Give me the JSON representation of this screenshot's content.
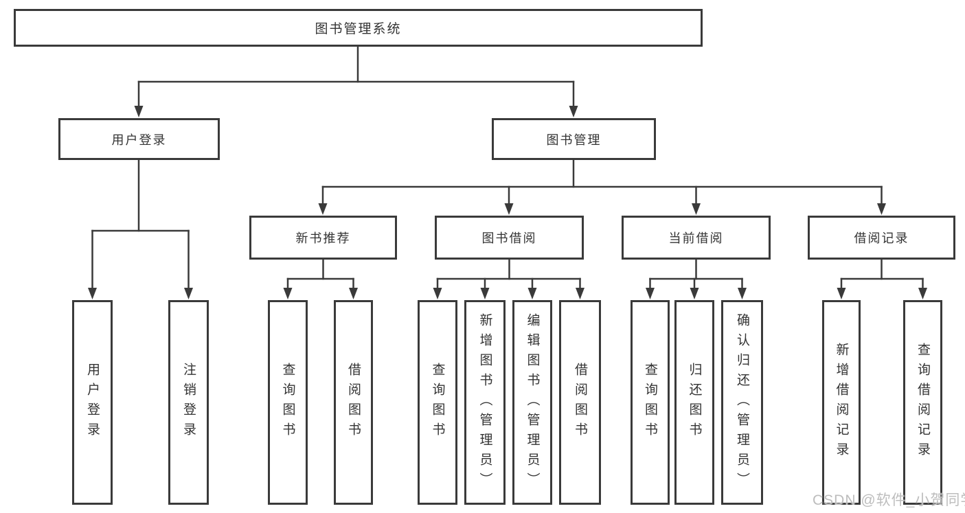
{
  "diagram": {
    "title": "图书管理系统",
    "watermark": "CSDN @软件_小贺同学",
    "colors": {
      "line": "#3a3a3a",
      "box_border": "#3a3a3a",
      "box_fill": "#ffffff",
      "text": "#333333",
      "watermark": "#bdbdbd",
      "background": "#ffffff"
    },
    "nodes": {
      "root": "图书管理系统",
      "user_login": "用户登录",
      "book_mgmt": "图书管理",
      "new_book_rec": "新书推荐",
      "book_borrow": "图书借阅",
      "current_borrow": "当前借阅",
      "borrow_records": "借阅记录",
      "leaf_user_login": "用户登录",
      "leaf_logout": "注销登录",
      "leaf_nb_query": "查询图书",
      "leaf_nb_borrow": "借阅图书",
      "leaf_bb_query": "查询图书",
      "leaf_bb_add": "新增图书（管理员）",
      "leaf_bb_edit": "编辑图书（管理员）",
      "leaf_bb_borrow": "借阅图书",
      "leaf_cb_query": "查询图书",
      "leaf_cb_return": "归还图书",
      "leaf_cb_confirm": "确认归还（管理员）",
      "leaf_br_add": "新增借阅记录",
      "leaf_br_query": "查询借阅记录"
    }
  }
}
